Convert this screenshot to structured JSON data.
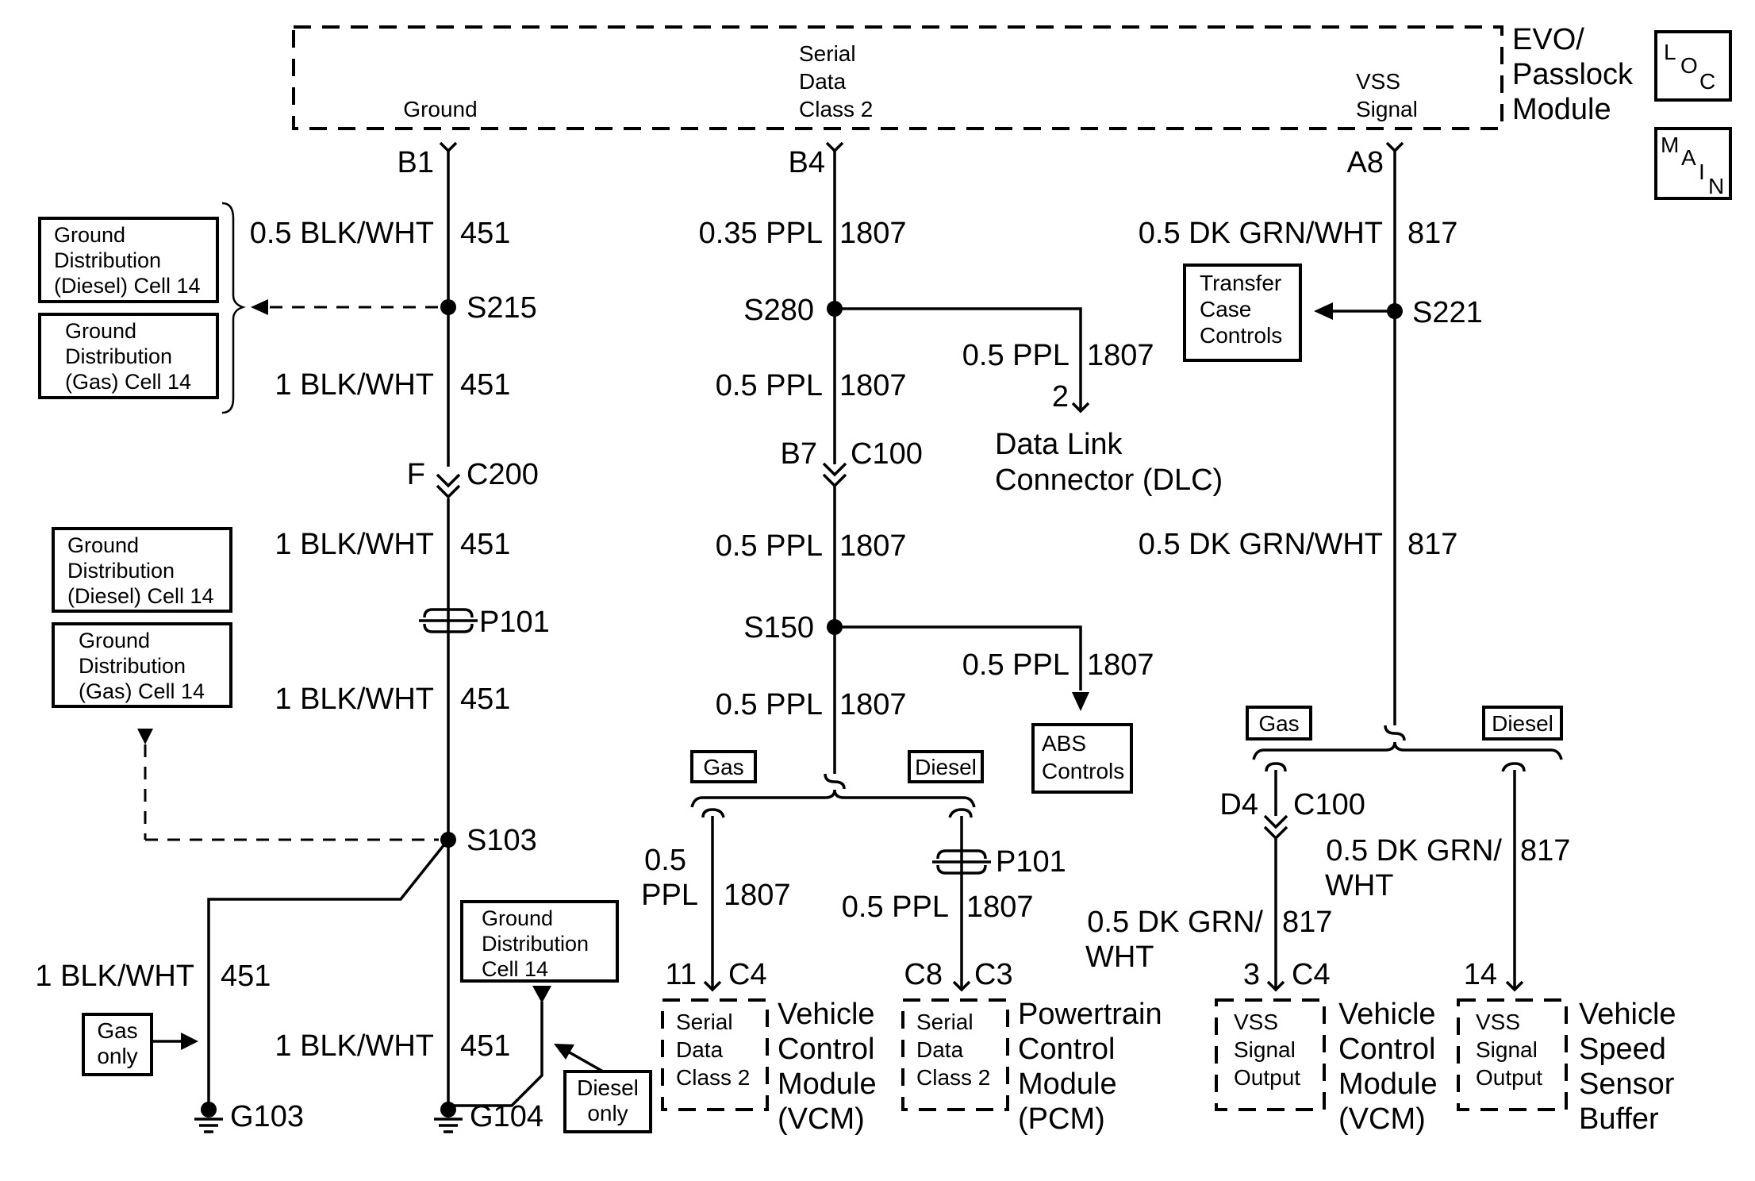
{
  "module": {
    "title_line1": "EVO/",
    "title_line2": "Passlock",
    "title_line3": "Module",
    "pin_ground": "Ground",
    "pin_serial_1": "Serial",
    "pin_serial_2": "Data",
    "pin_serial_3": "Class 2",
    "pin_vss_1": "VSS",
    "pin_vss_2": "Signal"
  },
  "badges": {
    "loc": [
      "L",
      "O",
      "C"
    ],
    "main": [
      "M",
      "A",
      "I",
      "N"
    ]
  },
  "ground_circuit": {
    "pin": "B1",
    "wire1_gauge": "0.5 BLK/WHT",
    "wire1_circuit": "451",
    "splice1": "S215",
    "wire2_gauge": "1 BLK/WHT",
    "wire2_circuit": "451",
    "conn_pin": "F",
    "conn": "C200",
    "wire3_gauge": "1 BLK/WHT",
    "wire3_circuit": "451",
    "pass": "P101",
    "wire4_gauge": "1 BLK/WHT",
    "wire4_circuit": "451",
    "splice2": "S103",
    "wire5_gauge": "1 BLK/WHT",
    "wire5_circuit": "451",
    "wire6_gauge": "1 BLK/WHT",
    "wire6_circuit": "451",
    "ground_a": "G103",
    "ground_b": "G104",
    "gas_only_1": "Gas",
    "gas_only_2": "only",
    "diesel_only_1": "Diesel",
    "diesel_only_2": "only",
    "ref_diesel_a": [
      "Ground",
      "Distribution",
      "(Diesel) Cell 14"
    ],
    "ref_gas_a": [
      "Ground",
      "Distribution",
      "(Gas) Cell 14"
    ],
    "ref_diesel_b": [
      "Ground",
      "Distribution",
      "(Diesel) Cell 14"
    ],
    "ref_gas_b": [
      "Ground",
      "Distribution",
      "(Gas) Cell 14"
    ],
    "ref_cell14": [
      "Ground",
      "Distribution",
      "Cell 14"
    ]
  },
  "serial_circuit": {
    "pin": "B4",
    "wire1_gauge": "0.35 PPL",
    "wire1_circuit": "1807",
    "splice1": "S280",
    "dlc_wire_gauge": "0.5 PPL",
    "dlc_wire_circuit": "1807",
    "dlc_pin": "2",
    "dlc_label_1": "Data Link",
    "dlc_label_2": "Connector (DLC)",
    "wire2_gauge": "0.5 PPL",
    "wire2_circuit": "1807",
    "conn_pin": "B7",
    "conn": "C100",
    "wire3_gauge": "0.5 PPL",
    "wire3_circuit": "1807",
    "splice2": "S150",
    "abs_wire_gauge": "0.5 PPL",
    "abs_wire_circuit": "1807",
    "abs_1": "ABS",
    "abs_2": "Controls",
    "wire4_gauge": "0.5 PPL",
    "wire4_circuit": "1807",
    "opt_gas": "Gas",
    "opt_diesel": "Diesel",
    "vcm_wire_gauge_1": "0.5",
    "vcm_wire_gauge_2": "PPL",
    "vcm_wire_circuit": "1807",
    "pcm_pass": "P101",
    "pcm_wire_gauge": "0.5 PPL",
    "pcm_wire_circuit": "1807",
    "vcm_pin": "11",
    "vcm_conn": "C4",
    "pcm_pin": "C8",
    "pcm_conn": "C3",
    "vcm_inner": [
      "Serial",
      "Data",
      "Class 2"
    ],
    "pcm_inner": [
      "Serial",
      "Data",
      "Class 2"
    ],
    "vcm_label": [
      "Vehicle",
      "Control",
      "Module",
      "(VCM)"
    ],
    "pcm_label": [
      "Powertrain",
      "Control",
      "Module",
      "(PCM)"
    ]
  },
  "vss_circuit": {
    "pin": "A8",
    "wire1_gauge": "0.5 DK GRN/WHT",
    "wire1_circuit": "817",
    "splice1": "S221",
    "tcc": [
      "Transfer",
      "Case",
      "Controls"
    ],
    "wire2_gauge": "0.5 DK GRN/WHT",
    "wire2_circuit": "817",
    "opt_gas": "Gas",
    "opt_diesel": "Diesel",
    "conn_pin": "D4",
    "conn": "C100",
    "buf_wire_gauge_1": "0.5 DK GRN/",
    "buf_wire_gauge_2": "WHT",
    "buf_wire_circuit": "817",
    "vcm_wire_gauge_1": "0.5 DK GRN/",
    "vcm_wire_gauge_2": "WHT",
    "vcm_wire_circuit": "817",
    "vcm_pin": "3",
    "vcm_conn": "C4",
    "buf_pin": "14",
    "vcm_inner": [
      "VSS",
      "Signal",
      "Output"
    ],
    "buf_inner": [
      "VSS",
      "Signal",
      "Output"
    ],
    "vcm_label": [
      "Vehicle",
      "Control",
      "Module",
      "(VCM)"
    ],
    "buf_label": [
      "Vehicle",
      "Speed",
      "Sensor",
      "Buffer"
    ]
  }
}
